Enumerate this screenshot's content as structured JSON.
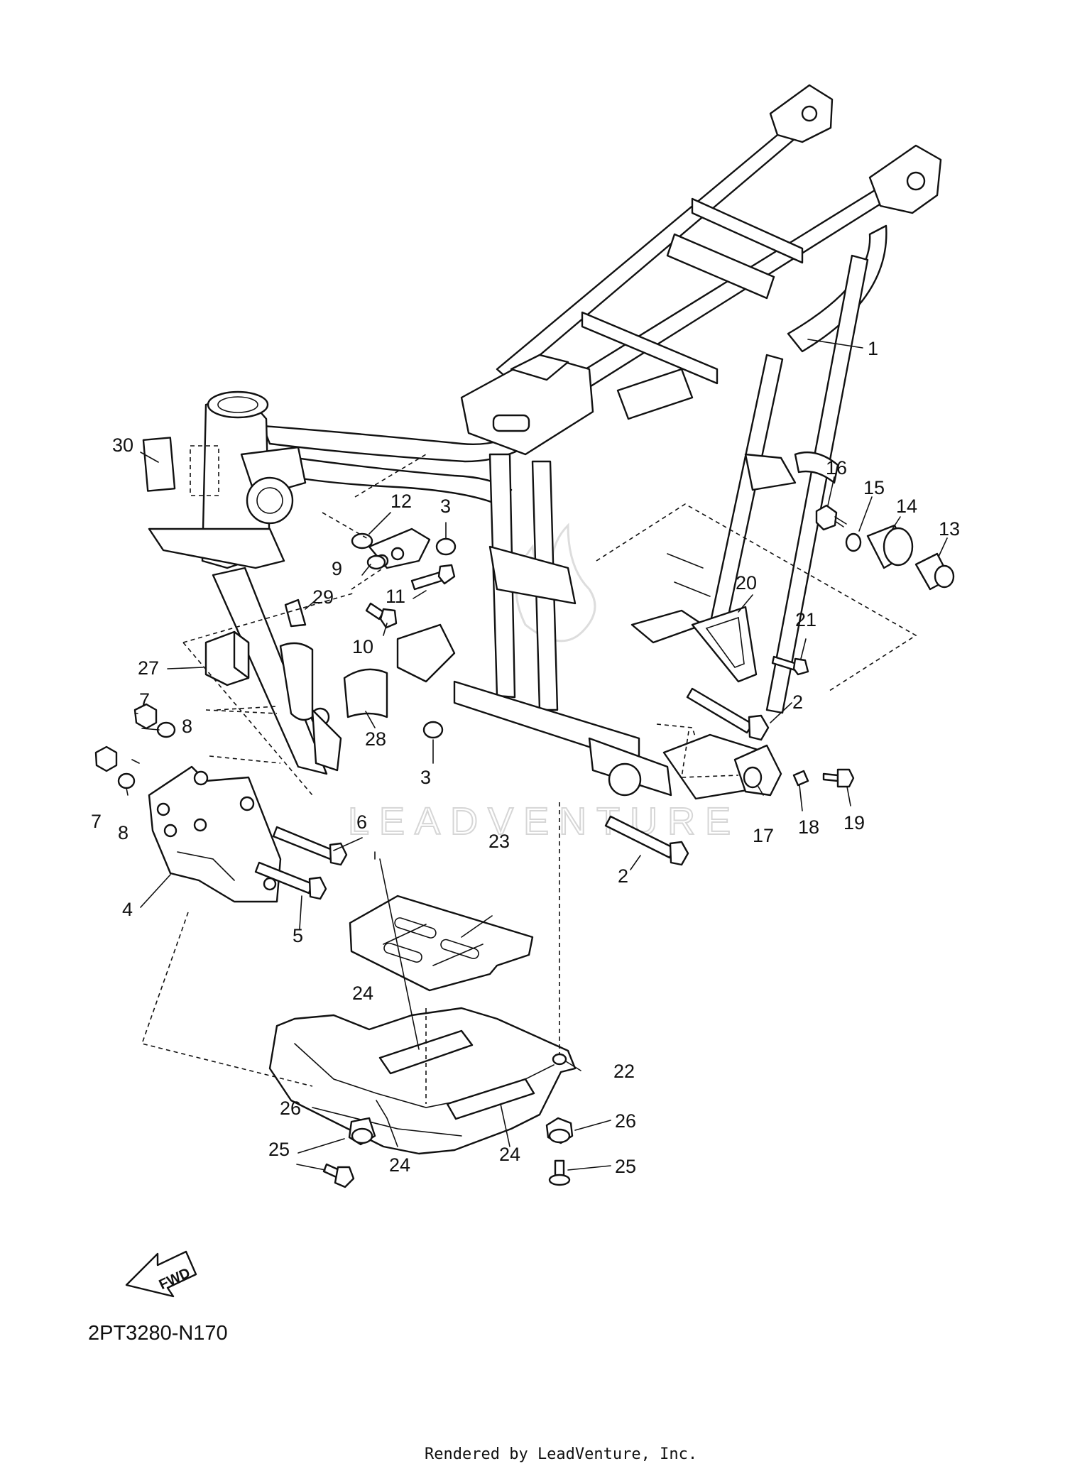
{
  "diagram": {
    "code": "2PT3280-N170",
    "credit": "Rendered by LeadVenture, Inc.",
    "watermark": "LEADVENTURE",
    "fwd_label": "FWD"
  },
  "callouts": [
    {
      "id": "c1",
      "text": "1"
    },
    {
      "id": "c2a",
      "text": "2"
    },
    {
      "id": "c2b",
      "text": "2"
    },
    {
      "id": "c3a",
      "text": "3"
    },
    {
      "id": "c3b",
      "text": "3"
    },
    {
      "id": "c4",
      "text": "4"
    },
    {
      "id": "c5",
      "text": "5"
    },
    {
      "id": "c6",
      "text": "6"
    },
    {
      "id": "c7a",
      "text": "7"
    },
    {
      "id": "c7b",
      "text": "7"
    },
    {
      "id": "c8a",
      "text": "8"
    },
    {
      "id": "c8b",
      "text": "8"
    },
    {
      "id": "c9",
      "text": "9"
    },
    {
      "id": "c10",
      "text": "10"
    },
    {
      "id": "c11",
      "text": "11"
    },
    {
      "id": "c12",
      "text": "12"
    },
    {
      "id": "c13",
      "text": "13"
    },
    {
      "id": "c14",
      "text": "14"
    },
    {
      "id": "c15",
      "text": "15"
    },
    {
      "id": "c16",
      "text": "16"
    },
    {
      "id": "c17",
      "text": "17"
    },
    {
      "id": "c18",
      "text": "18"
    },
    {
      "id": "c19",
      "text": "19"
    },
    {
      "id": "c20",
      "text": "20"
    },
    {
      "id": "c21",
      "text": "21"
    },
    {
      "id": "c22",
      "text": "22"
    },
    {
      "id": "c23",
      "text": "23"
    },
    {
      "id": "c24a",
      "text": "24"
    },
    {
      "id": "c24b",
      "text": "24"
    },
    {
      "id": "c24c",
      "text": "24"
    },
    {
      "id": "c25a",
      "text": "25"
    },
    {
      "id": "c25b",
      "text": "25"
    },
    {
      "id": "c26a",
      "text": "26"
    },
    {
      "id": "c26b",
      "text": "26"
    },
    {
      "id": "c27",
      "text": "27"
    },
    {
      "id": "c28",
      "text": "28"
    },
    {
      "id": "c29",
      "text": "29"
    },
    {
      "id": "c30",
      "text": "30"
    }
  ]
}
